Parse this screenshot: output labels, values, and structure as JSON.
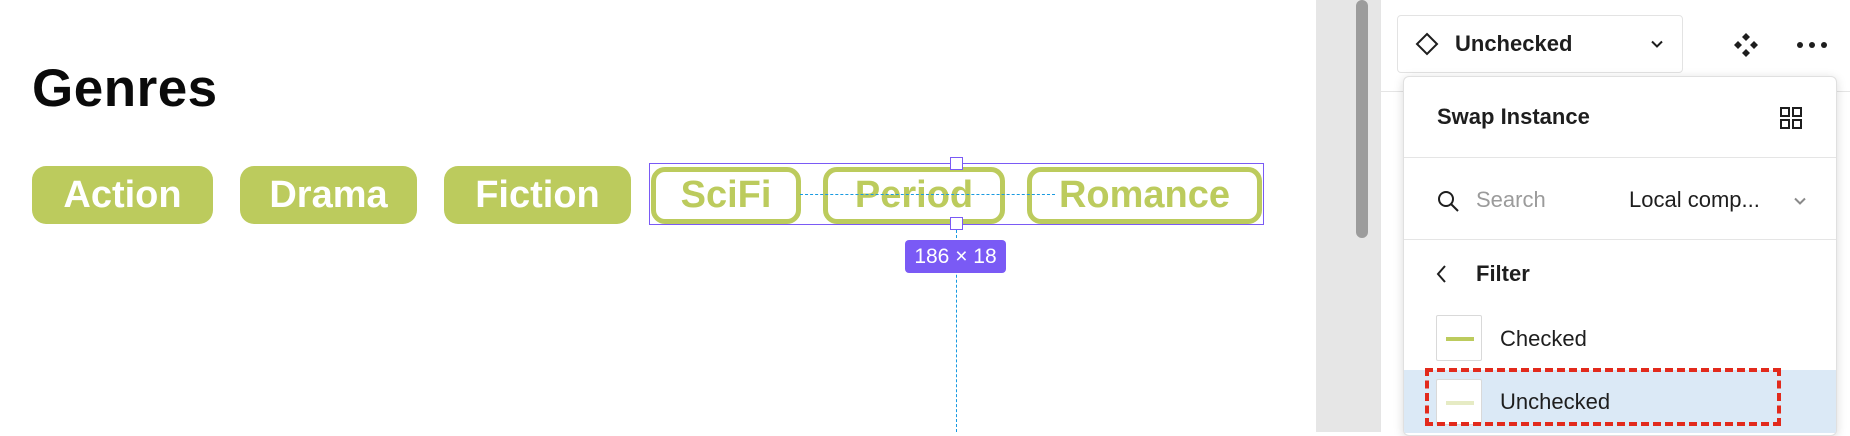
{
  "canvas": {
    "title": "Genres",
    "chips": [
      {
        "label": "Action",
        "style": "filled"
      },
      {
        "label": "Drama",
        "style": "filled"
      },
      {
        "label": "Fiction",
        "style": "filled"
      },
      {
        "label": "SciFi",
        "style": "outline"
      },
      {
        "label": "Period",
        "style": "outline"
      },
      {
        "label": "Romance",
        "style": "outline"
      }
    ],
    "selection_size": "186 × 18",
    "colors": {
      "chip": "#bccb5d",
      "selection": "#7a5af5",
      "guide": "#1a9ae0"
    }
  },
  "panel": {
    "instance_name": "Unchecked",
    "instance_icon": "component-instance-icon",
    "actions": [
      "swap-components-icon",
      "more-options-icon"
    ],
    "dropdown": {
      "title": "Swap Instance",
      "view_toggle_icon": "grid-view-icon",
      "search_placeholder": "Search",
      "scope": "Local comp...",
      "back_label": "Filter",
      "items": [
        {
          "label": "Checked",
          "selected": false
        },
        {
          "label": "Unchecked",
          "selected": true
        }
      ]
    },
    "colors": {
      "selected_row": "#dbe9f6",
      "annotation": "#e22a1c"
    }
  }
}
